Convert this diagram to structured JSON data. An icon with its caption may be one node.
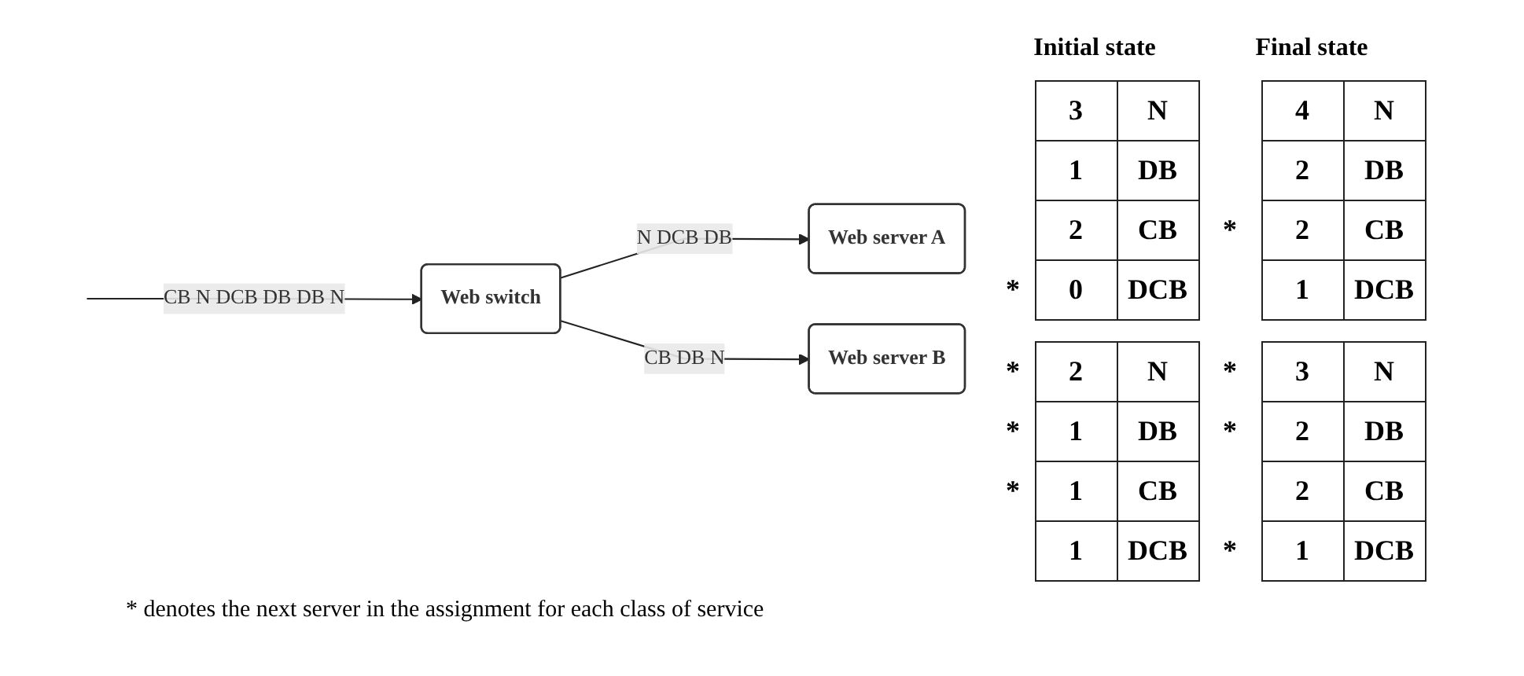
{
  "diagram": {
    "caption": "* denotes the next server in the assignment for each class of service",
    "nodes": [
      {
        "text": [
          "Web switch"
        ]
      },
      {
        "text": [
          "Web server A"
        ]
      },
      {
        "text": [
          "Web server B"
        ]
      }
    ],
    "edges": [
      {
        "from": null,
        "to": 0,
        "arrow": "to",
        "label": "CB N DCB DB DB N"
      },
      {
        "from": 0,
        "to": 1,
        "arrow": "to",
        "label": "N DCB DB"
      },
      {
        "from": 0,
        "to": 2,
        "arrow": "to",
        "label": "CB DB N"
      }
    ],
    "labels": [
      "Initial state",
      "Final state",
      "3",
      "N",
      "4",
      "N",
      "1",
      "DB",
      "2",
      "DB",
      "2",
      "CB",
      "*",
      "2",
      "CB",
      "*",
      "0",
      "DCB",
      "1",
      "DCB",
      "*",
      "2",
      "N",
      "*",
      "3",
      "N",
      "*",
      "1",
      "DB",
      "*",
      "2",
      "DB",
      "*",
      "1",
      "CB",
      "2",
      "CB",
      "1",
      "DCB",
      "*",
      "1",
      "DCB"
    ]
  }
}
